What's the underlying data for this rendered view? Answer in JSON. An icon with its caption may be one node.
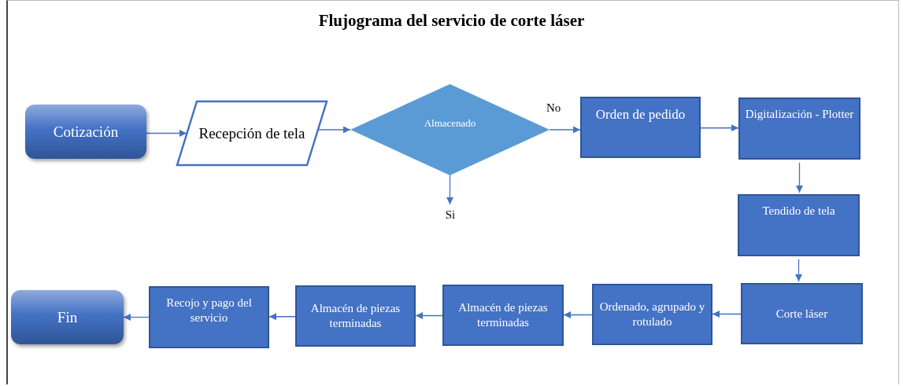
{
  "diagram": {
    "title": "Flujograma del servicio de corte láser",
    "nodes": [
      {
        "text": [
          "Cotización"
        ]
      },
      {
        "text": [
          "Recepción de tela"
        ]
      },
      {
        "text": [
          "Almacenado"
        ]
      },
      {
        "text": [
          "Orden de pedido"
        ]
      },
      {
        "text": [
          "Digitalización - Plotter"
        ]
      },
      {
        "text": [
          "Tendido de tela"
        ]
      },
      {
        "text": [
          "Corte láser"
        ]
      },
      {
        "text": [
          "Ordenado, agrupado y rotulado"
        ]
      },
      {
        "text": [
          "Almacén de piezas terminadas"
        ]
      },
      {
        "text": [
          "Almacén de piezas terminadas"
        ]
      },
      {
        "text": [
          "Recojo y pago del servicio"
        ]
      },
      {
        "text": [
          "Fin"
        ]
      },
      {
        "text": [
          "Si"
        ]
      }
    ],
    "edges": [
      {
        "from": 0,
        "to": 1,
        "arrow": "to"
      },
      {
        "from": 1,
        "to": 2,
        "arrow": "to"
      },
      {
        "from": 2,
        "to": 3,
        "arrow": "to",
        "label": "No"
      },
      {
        "from": 3,
        "to": 4,
        "arrow": "to"
      },
      {
        "from": 4,
        "to": 5,
        "arrow": "to"
      },
      {
        "from": 5,
        "to": 6,
        "arrow": "to"
      },
      {
        "from": 6,
        "to": 7,
        "arrow": "to"
      },
      {
        "from": 7,
        "to": 8,
        "arrow": "to"
      },
      {
        "from": 8,
        "to": 9,
        "arrow": "to"
      },
      {
        "from": 9,
        "to": 10,
        "arrow": "to"
      },
      {
        "from": 10,
        "to": 11,
        "arrow": "to"
      },
      {
        "from": 2,
        "to": 12,
        "arrow": "to"
      }
    ]
  }
}
